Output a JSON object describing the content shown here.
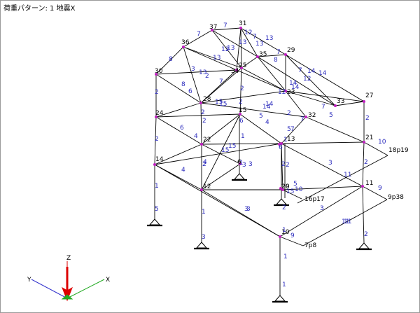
{
  "window": {
    "title": "荷重パターン: 1 地震X"
  },
  "colors": {
    "member": "#000000",
    "member_label": "#2b2bbd",
    "node": "#c020c0",
    "axis_x": "#22aa22",
    "axis_y": "#3333cc",
    "axis_z": "#dd0000"
  },
  "axes": {
    "x": "X",
    "y": "Y",
    "z": "Z"
  },
  "node_labels": [
    "31",
    "37",
    "36",
    "35",
    "29",
    "30",
    "34",
    "25",
    "28",
    "23",
    "27",
    "33",
    "32",
    "24",
    "15",
    "21",
    "22",
    "14",
    "13",
    "12",
    "20",
    "11",
    "10",
    "6",
    "9"
  ],
  "member_labels": [
    "7",
    "7",
    "8",
    "13",
    "13",
    "13",
    "12",
    "12",
    "13",
    "13",
    "7",
    "7",
    "7",
    "8",
    "14",
    "14",
    "14",
    "12",
    "14",
    "12",
    "3",
    "13",
    "2",
    "2",
    "2",
    "8",
    "6",
    "7",
    "6",
    "2",
    "2",
    "15",
    "15",
    "14",
    "14",
    "5",
    "2",
    "6",
    "4",
    "7",
    "7",
    "5",
    "7",
    "5",
    "4",
    "15",
    "15",
    "2",
    "2",
    "4",
    "3",
    "3",
    "2",
    "5",
    "10",
    "15",
    "10",
    "2",
    "11",
    "9",
    "3",
    "11",
    "2",
    "1",
    "1",
    "2",
    "1",
    "1",
    "4",
    "3",
    "3",
    "6",
    "1",
    "11",
    "9",
    "3",
    "1",
    "2",
    "2"
  ],
  "support_labels": [
    "5",
    "3",
    "1",
    "2",
    "1"
  ],
  "text_labels": [
    "18p19",
    "16p17",
    "9p38",
    "7p8"
  ]
}
